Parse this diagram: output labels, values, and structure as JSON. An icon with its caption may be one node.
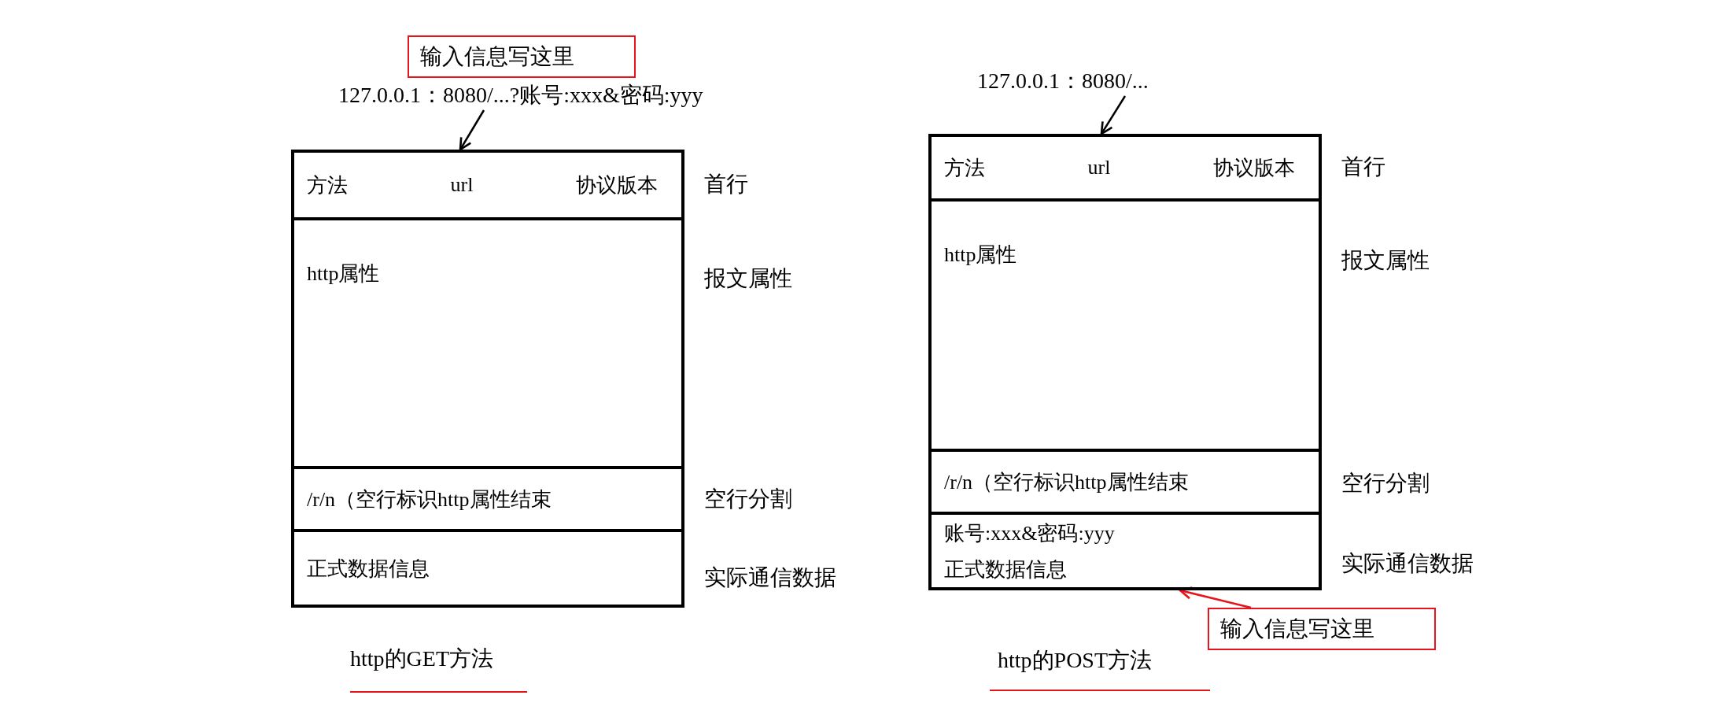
{
  "diagram": {
    "nodes": [
      {
        "text": [
          "输入信息写这里"
        ]
      },
      {
        "text": [
          "127.0.0.1：8080/...?账号:xxx&密码:yyy"
        ]
      },
      {
        "text": [
          "方法",
          "url",
          "协议版本"
        ],
        "beside": [
          "首行"
        ]
      },
      {
        "text": [
          "http属性"
        ],
        "beside": [
          "报文属性"
        ]
      },
      {
        "text": [
          "/r/n（空行标识http属性结束"
        ],
        "beside": [
          "空行分割"
        ]
      },
      {
        "text": [
          "正式数据信息"
        ],
        "beside": [
          "实际通信数据"
        ]
      },
      {
        "text": [
          "127.0.0.1：8080/..."
        ]
      },
      {
        "text": [
          "方法",
          "url",
          "协议版本"
        ],
        "beside": [
          "首行"
        ]
      },
      {
        "text": [
          "http属性"
        ],
        "beside": [
          "报文属性"
        ]
      },
      {
        "text": [
          "/r/n（空行标识http属性结束"
        ],
        "beside": [
          "空行分割"
        ]
      },
      {
        "text": [
          "账号:xxx&密码:yyy",
          "正式数据信息"
        ],
        "beside": [
          "实际通信数据"
        ]
      },
      {
        "text": [
          "输入信息写这里"
        ]
      }
    ],
    "edges": [
      {
        "from": 1,
        "to": 2,
        "arrow": "to"
      },
      {
        "from": 6,
        "to": 7,
        "arrow": "to"
      },
      {
        "from": 11,
        "to": 10,
        "arrow": "to",
        "color": "#e8141c"
      }
    ],
    "labels": [
      "http的GET方法",
      "http的POST方法"
    ]
  }
}
